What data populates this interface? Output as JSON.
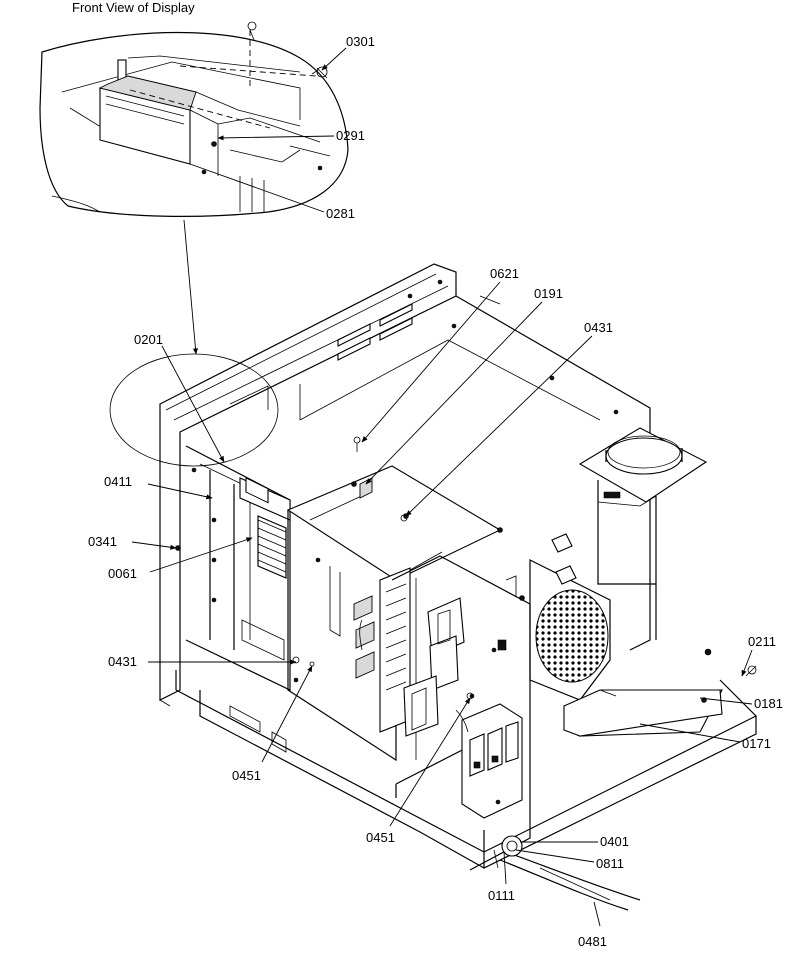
{
  "diagram": {
    "title": "Front View of Display",
    "callouts": [
      "0301",
      "0291",
      "0281",
      "0621",
      "0191",
      "0431",
      "0201",
      "0411",
      "0341",
      "0061",
      "0431",
      "0451",
      "0451",
      "0211",
      "0181",
      "0171",
      "0401",
      "0811",
      "0111",
      "0481"
    ]
  }
}
